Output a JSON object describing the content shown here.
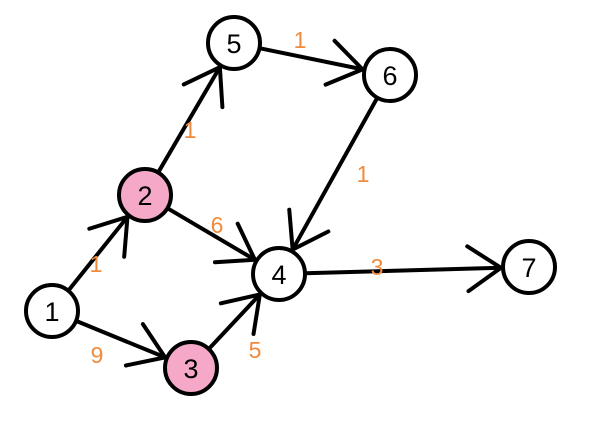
{
  "colors": {
    "node_fill": "#ffffff",
    "highlight_fill": "#f5a8c7",
    "stroke": "#000000",
    "weight": "#f08a3c"
  },
  "nodes": [
    {
      "id": "1",
      "label": "1",
      "highlighted": false
    },
    {
      "id": "2",
      "label": "2",
      "highlighted": true
    },
    {
      "id": "3",
      "label": "3",
      "highlighted": true
    },
    {
      "id": "4",
      "label": "4",
      "highlighted": false
    },
    {
      "id": "5",
      "label": "5",
      "highlighted": false
    },
    {
      "id": "6",
      "label": "6",
      "highlighted": false
    },
    {
      "id": "7",
      "label": "7",
      "highlighted": false
    }
  ],
  "edges": [
    {
      "from": "1",
      "to": "2",
      "weight": "1"
    },
    {
      "from": "1",
      "to": "3",
      "weight": "9"
    },
    {
      "from": "2",
      "to": "5",
      "weight": "1"
    },
    {
      "from": "2",
      "to": "4",
      "weight": "6"
    },
    {
      "from": "3",
      "to": "4",
      "weight": "5"
    },
    {
      "from": "5",
      "to": "6",
      "weight": "1"
    },
    {
      "from": "6",
      "to": "4",
      "weight": "1"
    },
    {
      "from": "4",
      "to": "7",
      "weight": "3"
    }
  ]
}
